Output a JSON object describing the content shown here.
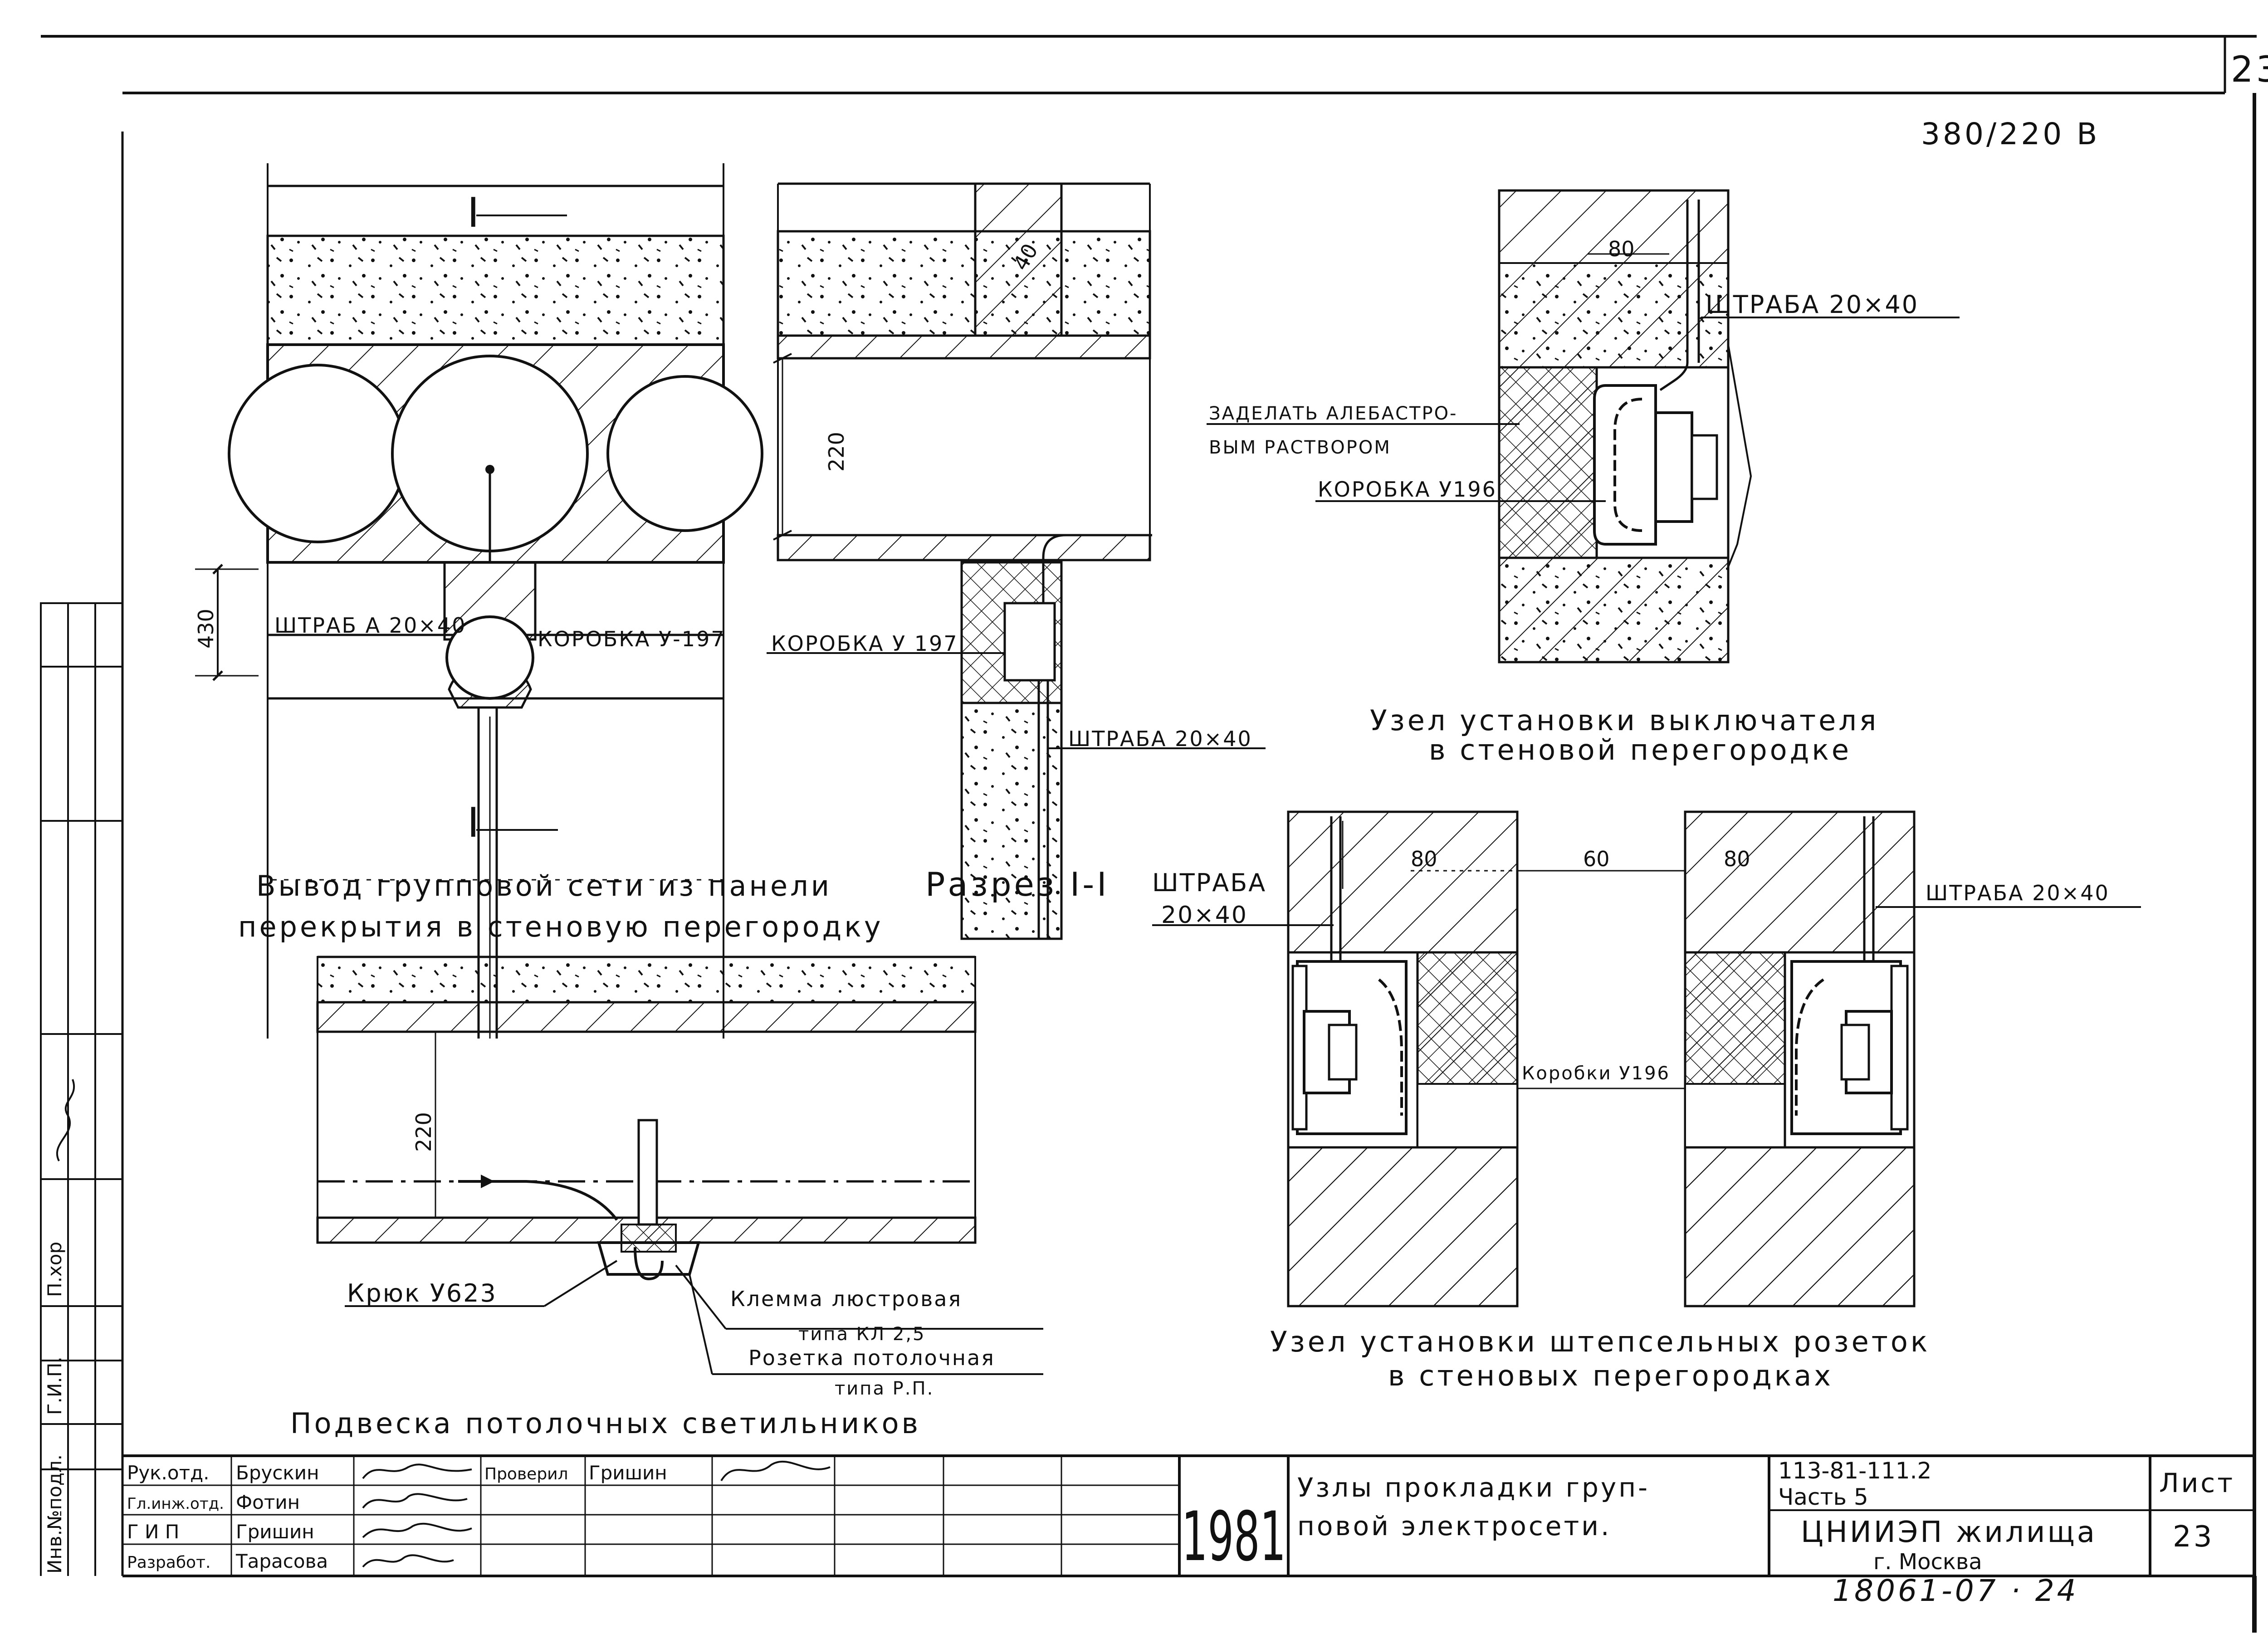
{
  "sheet": {
    "corner_number": "23",
    "voltage": "380/220 В"
  },
  "panel_outlet": {
    "label_chase": "ШТРАБ А 20×40",
    "label_box": "КОРОБКА У-197",
    "dim_430": "430",
    "section_mark_top": "I",
    "section_mark_bottom": "I",
    "caption_line1": "Вывод групповой сети из панели",
    "caption_line2": "перекрытия в стеновую перегородку"
  },
  "section_ii": {
    "label_box": "КОРОБКА У 197",
    "label_chase": "ШТРАБА 20×40",
    "dim_220": "220",
    "dim_40": "40",
    "caption": "Разрез I-I"
  },
  "switch_node": {
    "dim_80": "80",
    "label_chase": "ШТРАБА 20×40",
    "label_seal_line1": "ЗАДЕЛАТЬ АЛЕБАСТРО-",
    "label_seal_line2": "ВЫМ РАСТВОРОМ",
    "label_box": "КОРОБКА У196",
    "caption_line1": "Узел установки выключателя",
    "caption_line2": "в стеновой перегородке"
  },
  "socket_node": {
    "label_chase_left_1": "ШТРАБА",
    "label_chase_left_2": "20×40",
    "label_chase_right": "ШТРАБА 20×40",
    "dim_80_left": "80",
    "dim_60": "60",
    "dim_80_right": "80",
    "label_boxes": "Коробки У196",
    "caption_line1": "Узел установки штепсельных розеток",
    "caption_line2": "в стеновых перегородках"
  },
  "ceiling_hanger": {
    "dim_220": "220",
    "label_hook": "Крюк У623",
    "label_clamp_1": "Клемма люстровая",
    "label_clamp_2": "типа КЛ 2,5",
    "label_rosette_1": "Розетка потолочная",
    "label_rosette_2": "типа Р.П.",
    "caption": "Подвеска потолочных светильников"
  },
  "side_stamp": {
    "cells": [
      "Инв.№подл.",
      "Г.И.П.",
      "П.хор"
    ]
  },
  "title_block": {
    "roles": [
      {
        "role": "Рук.отд.",
        "name": "Брускин"
      },
      {
        "role": "Гл.инж.отд.",
        "name": "Фотин"
      },
      {
        "role": "Г И П",
        "name": "Гришин"
      },
      {
        "role": "Разработ.",
        "name": "Тарасова"
      }
    ],
    "checked_label": "Проверил",
    "checked_name": "Гришин",
    "year": "1981",
    "title_line1": "Узлы прокладки груп-",
    "title_line2": "повой электросети.",
    "code_line1": "113-81-111.2",
    "code_line2": "Часть 5",
    "org_line1": "ЦНИИЭП жилища",
    "org_line2": "г. Москва",
    "sheet_label": "Лист",
    "sheet_number": "23",
    "archive_number": "18061-07 · 24"
  }
}
